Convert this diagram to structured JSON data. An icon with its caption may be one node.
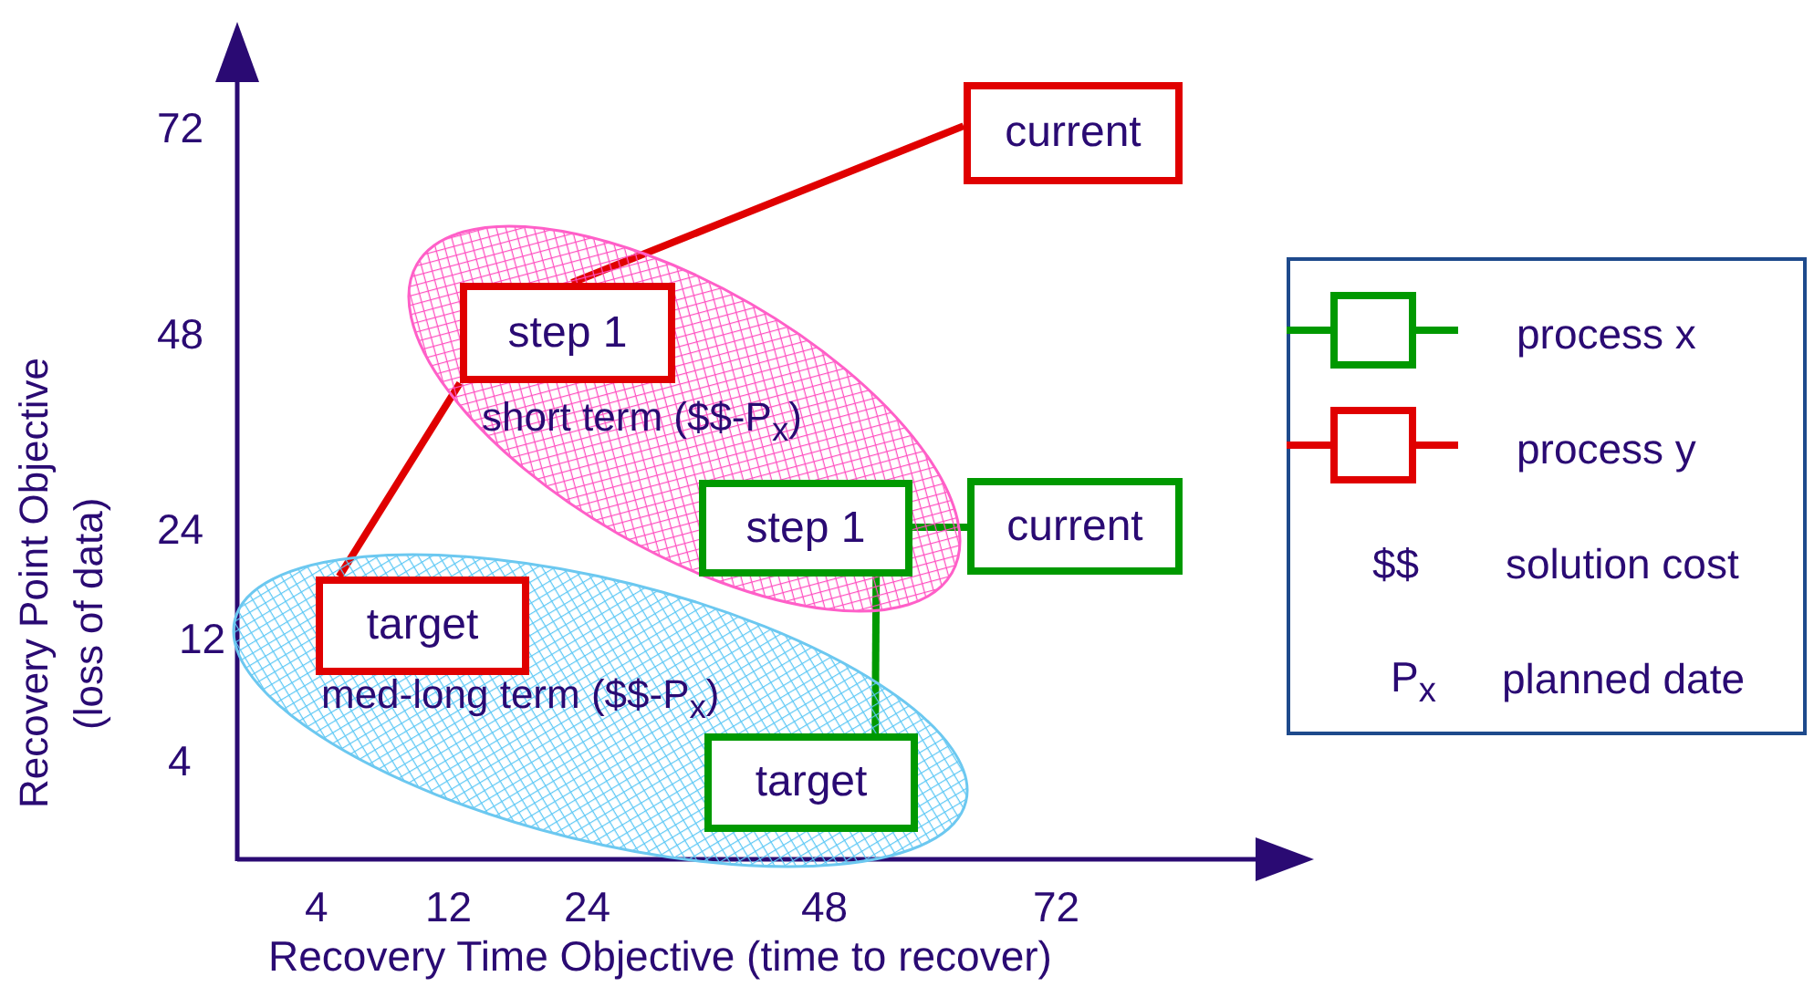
{
  "diagram": {
    "nodes": [
      {
        "text": [
          "short term ($$-P$_{x}$)"
        ]
      },
      {
        "text": [
          "med-long term ($$-P$_{x}$)"
        ]
      },
      {
        "text": [
          "current"
        ]
      },
      {
        "text": [
          "step 1"
        ],
        "in": 0
      },
      {
        "text": [
          "target"
        ],
        "in": 1
      },
      {
        "text": [
          "step 1"
        ],
        "in": 0
      },
      {
        "text": [
          "current"
        ]
      },
      {
        "text": [
          "target"
        ],
        "in": 1
      }
    ],
    "edges": [
      {
        "from": 2,
        "to": 3,
        "arrow": "none",
        "color": "#e00000"
      },
      {
        "from": 3,
        "to": 4,
        "arrow": "none",
        "color": "#e00000"
      },
      {
        "from": 5,
        "to": 6,
        "arrow": "none",
        "color": "#009900"
      },
      {
        "from": 5,
        "to": 7,
        "arrow": "none",
        "color": "#009900"
      }
    ],
    "labels": [
      "Recovery Point Objective",
      "(loss of data)",
      "72",
      "48",
      "24",
      "12",
      "4",
      "4",
      "12",
      "24",
      "48",
      "72",
      "Recovery Time Objective (time to recover)",
      "$$",
      "P$_{x}$"
    ],
    "legend": [
      {
        "text": "process x"
      },
      {
        "text": "process y"
      },
      {
        "text": "solution cost"
      },
      {
        "text": "planned date"
      }
    ]
  }
}
